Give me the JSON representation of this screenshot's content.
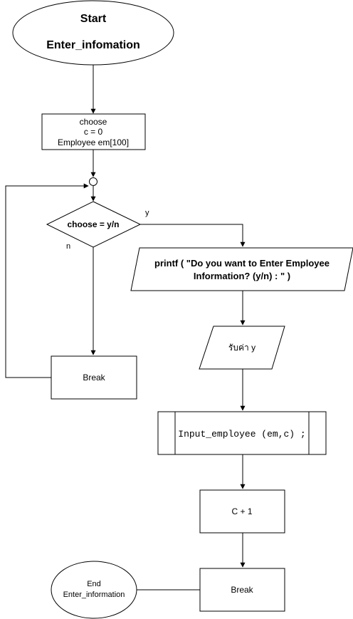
{
  "start": {
    "line1": "Start",
    "line2": "Enter_infomation"
  },
  "init": {
    "line1": "choose",
    "line2": "c = 0",
    "line3": "Employee em[100]"
  },
  "decision": {
    "label": "choose = y/n",
    "yes_label": "y",
    "no_label": "n"
  },
  "prompt": {
    "line1": "printf ( \"Do you want to Enter Employee",
    "line2": "Information? (y/n) : \" )"
  },
  "input_y": {
    "label": "รับค่า y"
  },
  "subprocess": {
    "label": "Input_employee (em,c) ;"
  },
  "increment": {
    "label": "C + 1"
  },
  "break_left": {
    "label": "Break"
  },
  "break_right": {
    "label": "Break"
  },
  "end": {
    "line1": "End",
    "line2": "Enter_information"
  }
}
